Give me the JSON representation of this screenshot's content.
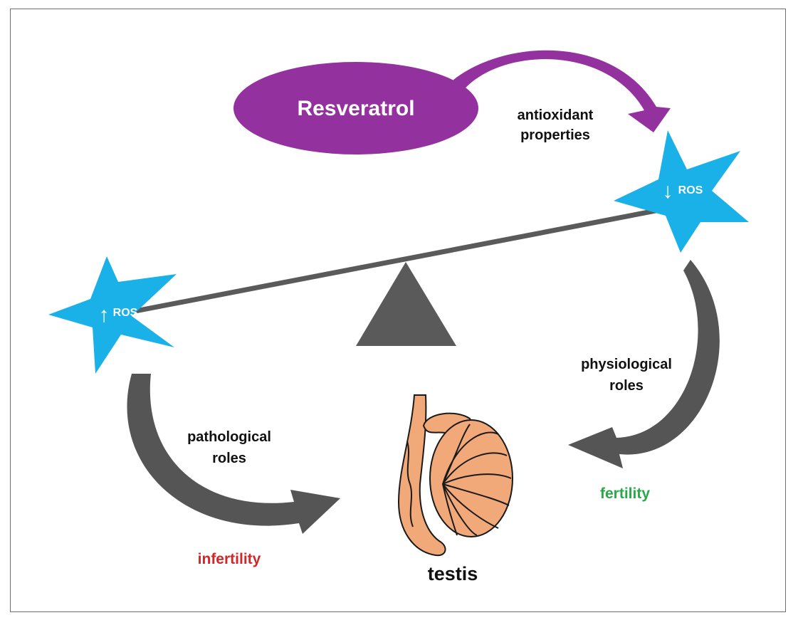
{
  "title_node": {
    "label": "Resveratrol",
    "color": "#93329e"
  },
  "arrow_top": {
    "label_line1": "antioxidant",
    "label_line2": "properties"
  },
  "ros_high": {
    "arrow": "↑",
    "label": "ROS"
  },
  "ros_low": {
    "arrow": "↓",
    "label": "ROS"
  },
  "left_path": {
    "label_line1": "pathological",
    "label_line2": "roles",
    "outcome": "infertility",
    "outcome_color": "#d0272a"
  },
  "right_path": {
    "label_line1": "physiological",
    "label_line2": "roles",
    "outcome": "fertility",
    "outcome_color": "#2aa84a"
  },
  "organ": {
    "label": "testis"
  },
  "colors": {
    "star": "#1ab0e8",
    "balance": "#5a5a5a",
    "organ_fill": "#f2a97a",
    "organ_outline": "#1a1a1a"
  },
  "icons": [
    "balance-scale-icon",
    "testis-icon",
    "star-icon",
    "curved-arrow-icon"
  ]
}
